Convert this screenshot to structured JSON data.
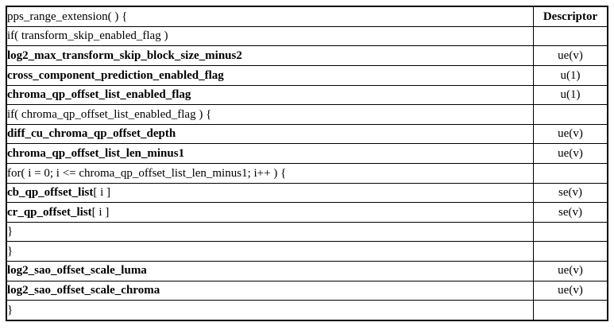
{
  "table": {
    "header": {
      "syntax": "pps_range_extension( ) {",
      "descriptor": "Descriptor"
    },
    "rows": [
      {
        "syntax": "if( transform_skip_enabled_flag )",
        "bold": false,
        "indent": 1,
        "descriptor": ""
      },
      {
        "syntax": "log2_max_transform_skip_block_size_minus2",
        "bold": true,
        "indent": 2,
        "descriptor": "ue(v)"
      },
      {
        "syntax": "cross_component_prediction_enabled_flag",
        "bold": true,
        "indent": 1,
        "descriptor": "u(1)"
      },
      {
        "syntax": "chroma_qp_offset_list_enabled_flag",
        "bold": true,
        "indent": 1,
        "descriptor": "u(1)"
      },
      {
        "syntax": "if( chroma_qp_offset_list_enabled_flag ) {",
        "bold": false,
        "indent": 1,
        "descriptor": ""
      },
      {
        "syntax": "diff_cu_chroma_qp_offset_depth",
        "bold": true,
        "indent": 2,
        "descriptor": "ue(v)"
      },
      {
        "syntax": "chroma_qp_offset_list_len_minus1",
        "bold": true,
        "indent": 2,
        "descriptor": "ue(v)"
      },
      {
        "syntax": "for( i = 0; i <= chroma_qp_offset_list_len_minus1; i++ ) {",
        "bold": false,
        "indent": 2,
        "descriptor": ""
      },
      {
        "syntax": "cb_qp_offset_list",
        "suffix": "[ i ]",
        "bold": true,
        "indent": 3,
        "descriptor": "se(v)"
      },
      {
        "syntax": "cr_qp_offset_list",
        "suffix": "[ i ]",
        "bold": true,
        "indent": 3,
        "descriptor": "se(v)"
      },
      {
        "syntax": "}",
        "bold": false,
        "indent": 2,
        "descriptor": ""
      },
      {
        "syntax": "}",
        "bold": false,
        "indent": 1,
        "descriptor": ""
      },
      {
        "syntax": "log2_sao_offset_scale_luma",
        "bold": true,
        "indent": 1,
        "descriptor": "ue(v)"
      },
      {
        "syntax": "log2_sao_offset_scale_chroma",
        "bold": true,
        "indent": 1,
        "descriptor": "ue(v)"
      },
      {
        "syntax": "}",
        "bold": false,
        "indent": 0,
        "descriptor": ""
      }
    ]
  }
}
